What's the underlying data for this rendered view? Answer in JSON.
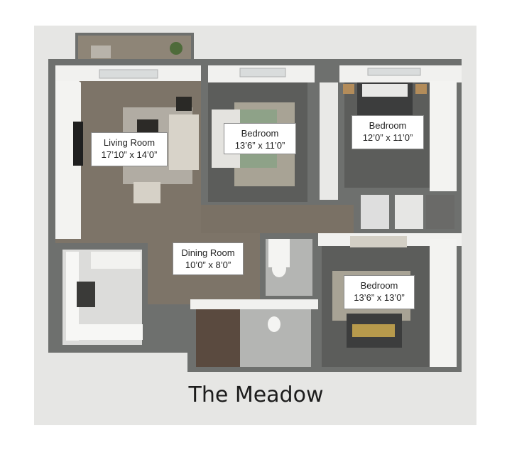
{
  "plan": {
    "title": "The Meadow",
    "rooms": [
      {
        "id": "living-room",
        "name": "Living Room",
        "size": "17’10” x 14’0”"
      },
      {
        "id": "bedroom-1",
        "name": "Bedroom",
        "size": "13’6” x 11’0”"
      },
      {
        "id": "bedroom-2",
        "name": "Bedroom",
        "size": "12’0” x 11’0”"
      },
      {
        "id": "dining-room",
        "name": "Dining Room",
        "size": "10’0” x 8’0”"
      },
      {
        "id": "bedroom-3",
        "name": "Bedroom",
        "size": "13’6” x 13’0”"
      }
    ]
  },
  "colors": {
    "outer_wall": "#6e706e",
    "inner_wall": "#f3f3f1",
    "wood_floor": "#7d7468",
    "carpet": "#5c5d5b",
    "tile": "#b4b5b3",
    "background": "#e6e6e4"
  }
}
